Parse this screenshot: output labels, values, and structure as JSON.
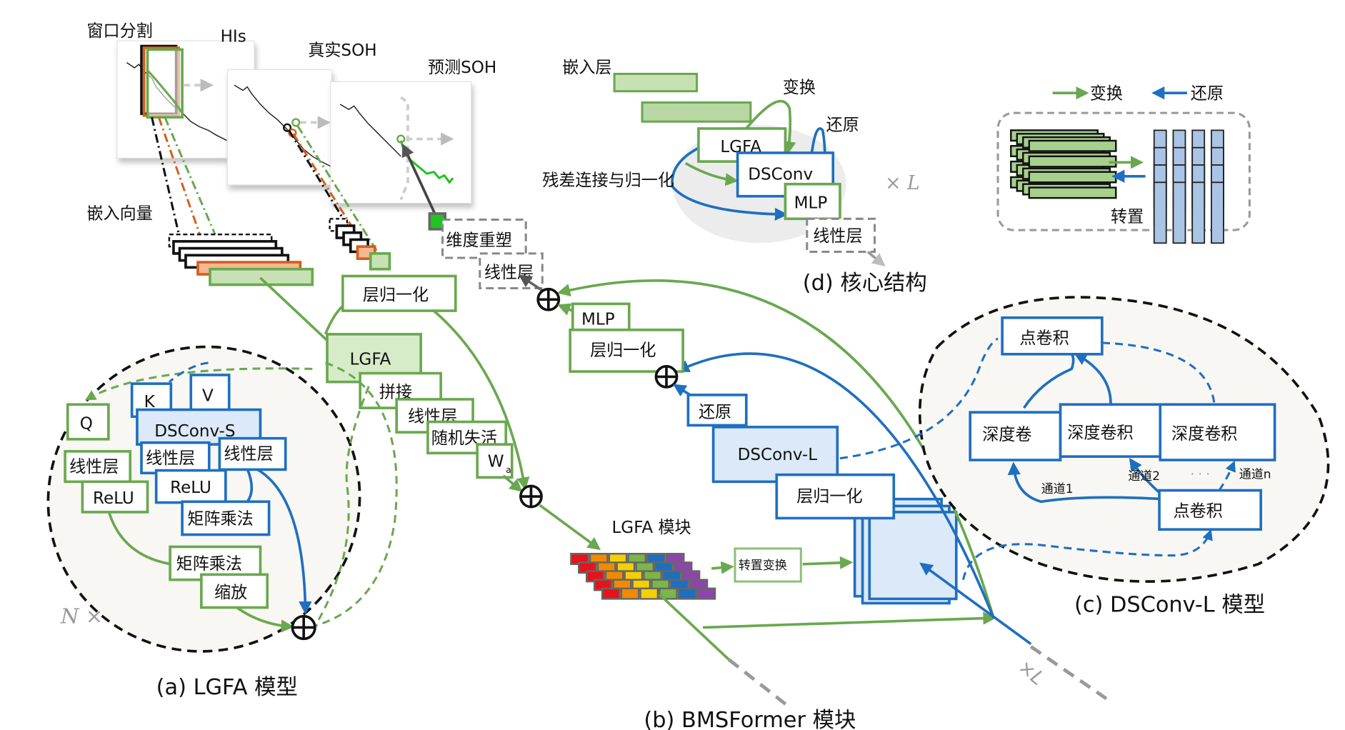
{
  "top": {
    "window_split": "窗口分割",
    "his": "HIs",
    "true_soh": "真实SOH",
    "pred_soh": "预测SOH",
    "embed_vector": "嵌入向量",
    "reshape": "维度重塑",
    "linear": "线性层"
  },
  "bmsformer": {
    "layernorm1": "层归一化",
    "lgfa": "LGFA",
    "concat": "拼接",
    "linear": "线性层",
    "dropout": "随机失活",
    "wa": "W",
    "wa_sub": "a",
    "lgfa_module": "LGFA 模块",
    "transpose_transform": "转置变换",
    "mlp": "MLP",
    "layernorm2": "层归一化",
    "restore": "还原",
    "dsconv_l": "DSConv-L",
    "layernorm3": "层归一化",
    "times_l": "×L",
    "caption": "(b)  BMSFormer  模块"
  },
  "lgfa_model": {
    "q": "Q",
    "k": "K",
    "v": "V",
    "dsconv_s": "DSConv-S",
    "linear_q": "线性层",
    "linear_k": "线性层",
    "linear_v": "线性层",
    "relu_q": "ReLU",
    "relu_k": "ReLU",
    "matmul1": "矩阵乘法",
    "matmul2": "矩阵乘法",
    "scale": "缩放",
    "n_times": "N ×",
    "caption": "(a)  LGFA 模型"
  },
  "dsconv_model": {
    "pointwise_top": "点卷积",
    "depthwise1": "深度卷",
    "depthwise2": "深度卷积",
    "depthwise3": "深度卷积",
    "pointwise_bottom": "点卷积",
    "channel1": "通道1",
    "channel2": "通道2",
    "dots": "· · ·",
    "channeln": "通道n",
    "caption": "(c)  DSConv-L  模型"
  },
  "core": {
    "embed_layer": "嵌入层",
    "transform": "变换",
    "restore": "还原",
    "residual_norm": "残差连接与归一化",
    "lgfa": "LGFA",
    "dsconv": "DSConv",
    "mlp": "MLP",
    "linear": "线性层",
    "times_l": "× L",
    "caption": "(d) 核心结构"
  },
  "legend": {
    "transform": "变换",
    "restore": "还原",
    "transpose": "转置"
  },
  "colors": {
    "green": "#6aa84f",
    "blue": "#1f6fc0",
    "orange": "#d2601e",
    "gray": "#999999"
  }
}
